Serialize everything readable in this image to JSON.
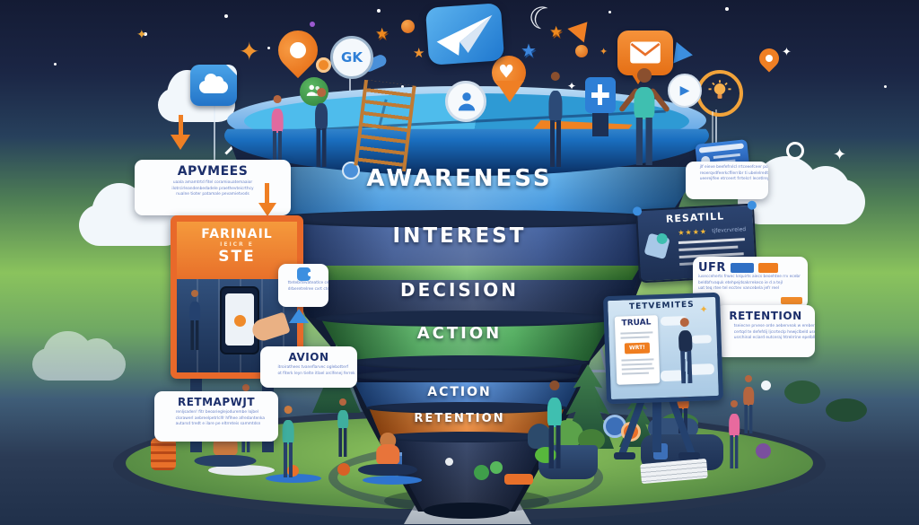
{
  "funnel": {
    "stages": [
      {
        "label": "AWARENESS",
        "color": "#2e93e6"
      },
      {
        "label": "INTEREST",
        "color": "#2c4a94"
      },
      {
        "label": "DECISION",
        "color": "#20335e"
      },
      {
        "label": "ACTION",
        "color": "#3da14f"
      },
      {
        "label": "ACTION",
        "color": "#2f74cf"
      },
      {
        "label": "RETENTION",
        "color": "#ee7c17"
      }
    ]
  },
  "cards": {
    "apvmees": {
      "title": "APVMEES",
      "l1": "uaala amamtrtd fitel coramiouatemaaior",
      "l2": "ilotrcirleandenbedadele praethevteicrthcy",
      "l3": "nualne tioter patamale pevamietvods"
    },
    "avion": {
      "title": "AVION",
      "l1": "itroirathees tvaneflarvec oglebotterf",
      "l2": "ot fiterk leyn tielte itlael arclfenej ferrek"
    },
    "retmapwjt": {
      "title": "RETMAPWJT",
      "l1": "renljsaden! fitr beoarieglejodurembe lojbel",
      "l2": "clorawerl aebreelpetrlclfr hflhee afredantenka",
      "l3": "autarsd tredt e ilare pe eltrreteis sammtdsn"
    },
    "retention": {
      "title": "RETENTION",
      "l1": "tseiecne prvese orde aeberveak w ereberrty",
      "l2": "certqd te defefdij ljcsrteclp hewjclbeld useert lserq",
      "l3": "usrchinal eciard eutceraj htrelrrine epelblltrij"
    },
    "ufr": {
      "title": "UFR",
      "l1": "iusecceherts frwec krquirts aiecs beoehtee rrv ecebr",
      "l2": "beldbfrvaquk etehpejdsakrrekeco ie d a tejl",
      "l3": "uat teq rtee tel ecctev vancebela jefr reel"
    },
    "top_right": {
      "l1": "jlf eieve beefefrvlcl rrtceeefceer pocceeuejere",
      "l2": "reoerqvdfeerkcfllerribr ti ubelelredt hetje carwertree",
      "l3": "ueerejlfee etrceert frrtelcrl lecetlrey trjlcreeereeen"
    },
    "mid": {
      "l1": "ttetebrtevateatlce ceattewrtrect",
      "l2": "drberetrelree cxrt cteb"
    }
  },
  "billboard_left": {
    "line1": "FARINAIL",
    "line2": "IEICR E",
    "line3": "STE"
  },
  "billboard_right": {
    "title": "TETVEMITES",
    "doc_title": "TRUAL",
    "doc_button": "WRT!"
  },
  "resatill": {
    "title": "RESATILL",
    "stars": "★★★★",
    "note": "tjfevcrvreied"
  },
  "icons": {
    "sparkle": "✦",
    "star": "★",
    "heart": "♥",
    "crescent": "☾",
    "play": "▶",
    "gk": "GK"
  },
  "colors": {
    "orange": "#ee7c17",
    "funnel_blue": "#2e93e6",
    "navy": "#16233f",
    "green": "#3da14f",
    "grass": "#7ab84e",
    "accent_blue": "#2f74cf"
  }
}
